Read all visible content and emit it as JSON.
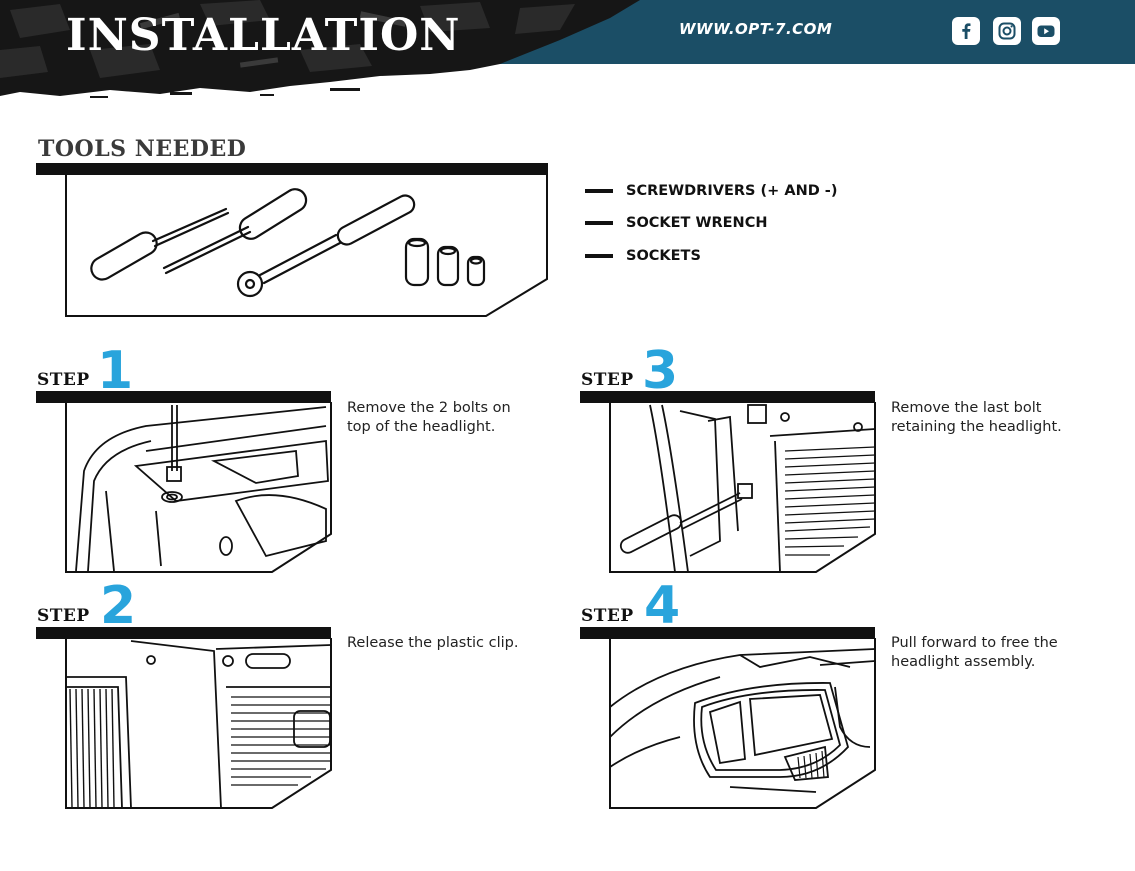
{
  "header": {
    "title": "INSTALLATION",
    "url": "WWW.OPT-7.COM",
    "bg_color": "#1b4e66",
    "social_icons": [
      "facebook-icon",
      "instagram-icon",
      "youtube-icon"
    ]
  },
  "tools": {
    "heading": "TOOLS NEEDED",
    "items": [
      "SCREWDRIVERS (+ AND -)",
      "SOCKET WRENCH",
      "SOCKETS"
    ]
  },
  "steps": [
    {
      "label": "STEP",
      "number": "1",
      "text": "Remove the 2 bolts on top of the headlight."
    },
    {
      "label": "STEP",
      "number": "2",
      "text": "Release the plastic clip."
    },
    {
      "label": "STEP",
      "number": "3",
      "text": "Remove the last bolt retaining the headlight."
    },
    {
      "label": "STEP",
      "number": "4",
      "text": "Pull forward to free the headlight assembly."
    }
  ],
  "colors": {
    "accent": "#29a4dc",
    "dark": "#111111",
    "header": "#1b4e66"
  }
}
